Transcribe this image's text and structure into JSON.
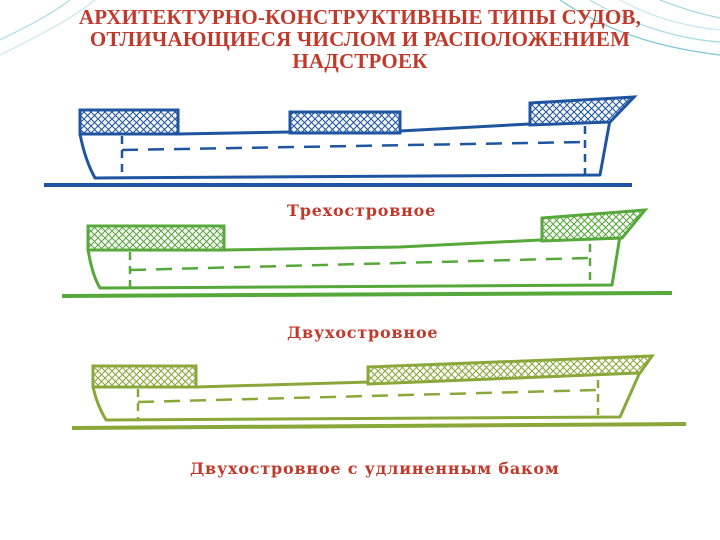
{
  "title": {
    "line1": "АРХИТЕКТУРНО-КОНСТРУКТИВНЫЕ ТИПЫ СУДОВ,",
    "line2": "ОТЛИЧАЮЩИЕСЯ ЧИСЛОМ И РАСПОЛОЖЕНИЕМ",
    "line3": "НАДСТРОЕК"
  },
  "ships": [
    {
      "caption": "Трехостровное",
      "color": "#1f55a0",
      "superstructures": 3
    },
    {
      "caption": "Двухостровное",
      "color": "#56a83a",
      "superstructures": 2
    },
    {
      "caption": "Двухостровное с удлиненным баком",
      "color": "#8aa83a",
      "superstructures": 2
    }
  ],
  "colors": {
    "title": "#c0392b",
    "hatch_fill": "#ffffff"
  }
}
